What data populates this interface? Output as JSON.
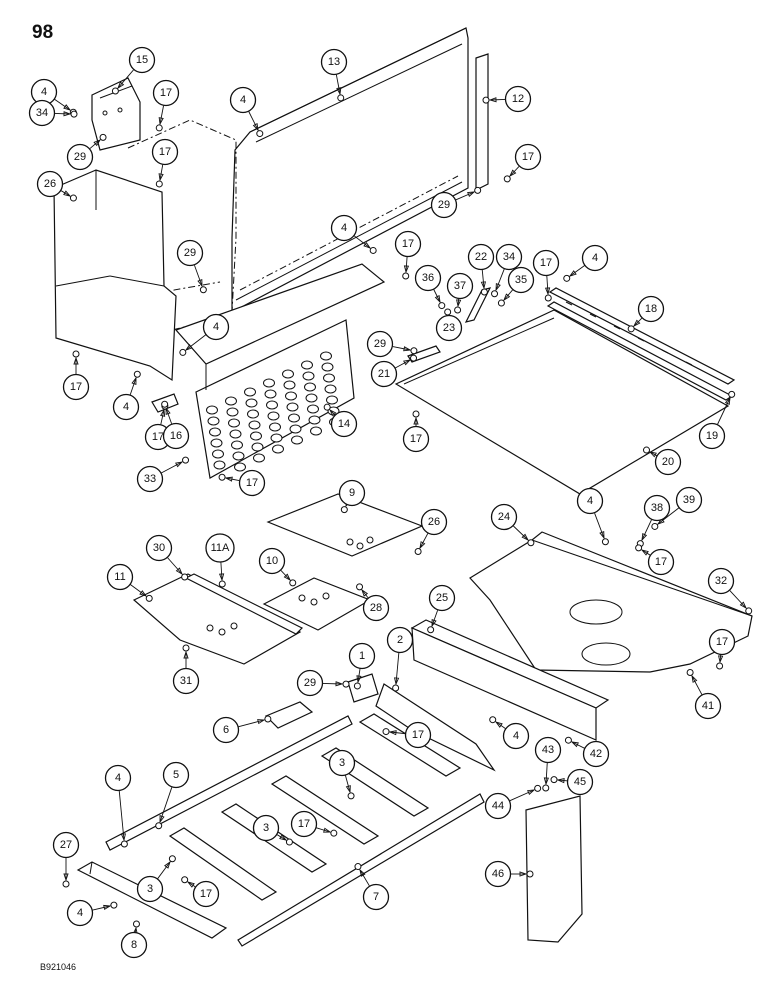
{
  "page_number": "98",
  "drawing_code": "B921046",
  "callouts": [
    "1",
    "2",
    "3",
    "4",
    "5",
    "6",
    "7",
    "8",
    "9",
    "10",
    "11",
    "11A",
    "12",
    "13",
    "14",
    "15",
    "16",
    "17",
    "18",
    "19",
    "20",
    "21",
    "22",
    "23",
    "24",
    "25",
    "26",
    "27",
    "28",
    "29",
    "30",
    "31",
    "32",
    "33",
    "34",
    "35",
    "36",
    "37",
    "38",
    "39",
    "41",
    "42",
    "43",
    "44",
    "45",
    "46"
  ]
}
